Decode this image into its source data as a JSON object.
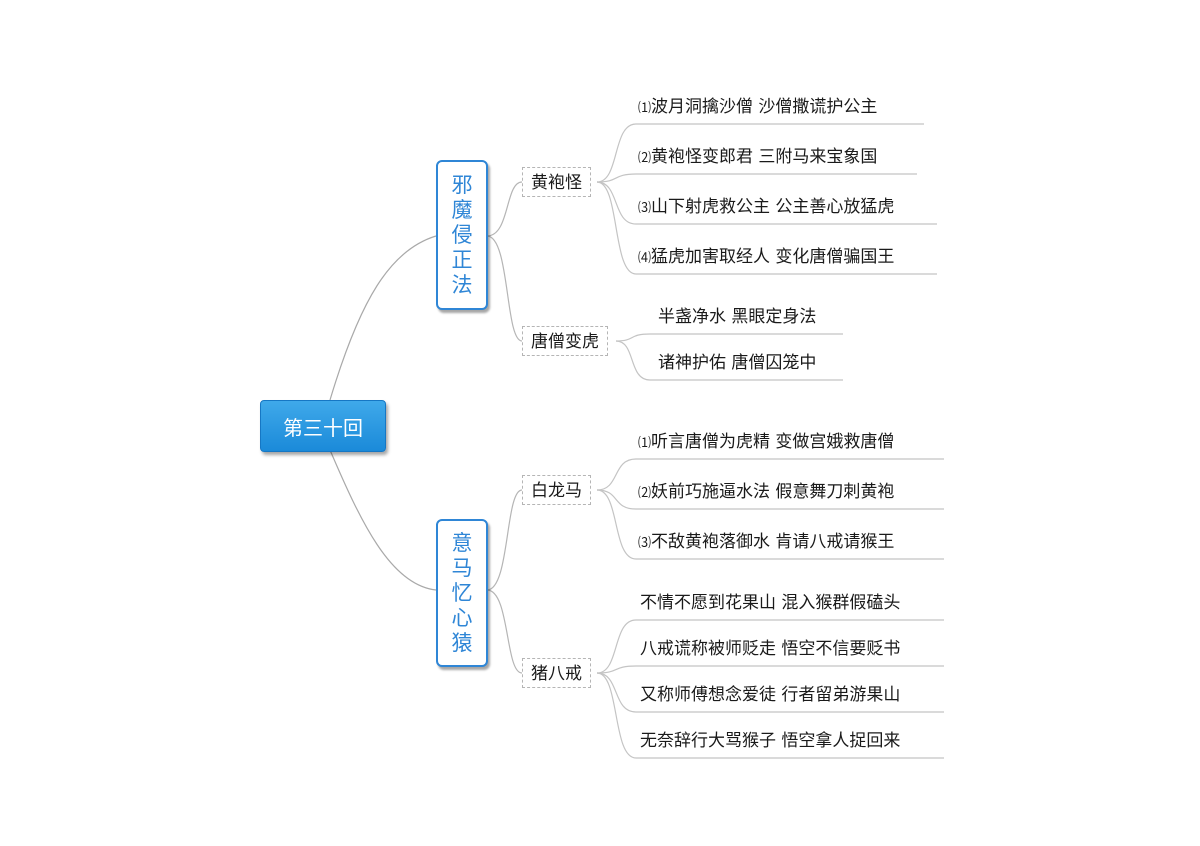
{
  "root": {
    "label": "第三十回"
  },
  "branches": [
    {
      "label": "邪魔侵正法",
      "children": [
        {
          "label": "黄袍怪",
          "leaves": [
            {
              "num": "⑴",
              "text": "波月洞擒沙僧 沙僧撒谎护公主"
            },
            {
              "num": "⑵",
              "text": "黄袍怪变郎君 三附马来宝象国"
            },
            {
              "num": "⑶",
              "text": "山下射虎救公主 公主善心放猛虎"
            },
            {
              "num": "⑷",
              "text": "猛虎加害取经人 变化唐僧骗国王"
            }
          ]
        },
        {
          "label": "唐僧变虎",
          "leaves": [
            {
              "num": "",
              "text": "半盏净水 黑眼定身法"
            },
            {
              "num": "",
              "text": "诸神护佑 唐僧囚笼中"
            }
          ]
        }
      ]
    },
    {
      "label": "意马忆心猿",
      "children": [
        {
          "label": "白龙马",
          "leaves": [
            {
              "num": "⑴",
              "text": "听言唐僧为虎精 变做宫娥救唐僧"
            },
            {
              "num": "⑵",
              "text": "妖前巧施逼水法 假意舞刀刺黄袍"
            },
            {
              "num": "⑶",
              "text": "不敌黄袍落御水 肯请八戒请猴王"
            }
          ]
        },
        {
          "label": "猪八戒",
          "leaves": [
            {
              "num": "",
              "text": "不情不愿到花果山 混入猴群假磕头"
            },
            {
              "num": "",
              "text": "八戒谎称被师贬走 悟空不信要贬书"
            },
            {
              "num": "",
              "text": "又称师傅想念爱徒 行者留弟游果山"
            },
            {
              "num": "",
              "text": "无奈辞行大骂猴子 悟空拿人捉回来"
            }
          ]
        }
      ]
    }
  ]
}
